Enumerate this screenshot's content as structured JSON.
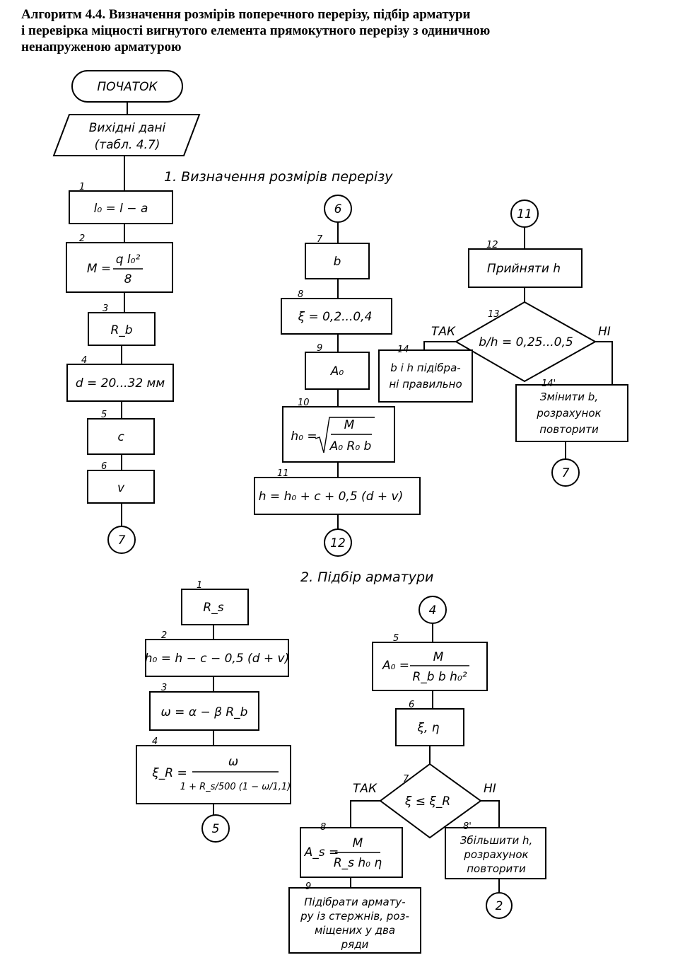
{
  "header": {
    "line1": "Алгоритм 4.4. Визначення розмірів поперечного перерізу, підбір арматури",
    "line2": "і перевірка міцності вигнутого елемента прямокутного перерізу з одиничною",
    "line3": "ненапруженою арматурою"
  },
  "sections": {
    "s1": "1. Визначення розмірів перерізу",
    "s2": "2. Підбір арматури"
  },
  "start": "ПОЧАТОК",
  "input": {
    "l1": "Вихідні дані",
    "l2": "(табл. 4.7)"
  },
  "part1": {
    "b1": {
      "n": "1",
      "text": "l₀ = l − a"
    },
    "b2": {
      "n": "2",
      "lhs": "M =",
      "num": "q l₀²",
      "den": "8"
    },
    "b3": {
      "n": "3",
      "text": "R_b"
    },
    "b4": {
      "n": "4",
      "text": "d = 20...32 мм"
    },
    "b5": {
      "n": "5",
      "text": "c"
    },
    "b6": {
      "n": "6",
      "text": "v"
    },
    "c_end": "7",
    "c6": "6",
    "b7": {
      "n": "7",
      "text": "b"
    },
    "b8": {
      "n": "8",
      "text": "ξ = 0,2...0,4"
    },
    "b9": {
      "n": "9",
      "text": "A₀"
    },
    "b10": {
      "n": "10",
      "lhs": "h₀ =",
      "num": "M",
      "den": "A₀ R₀ b"
    },
    "b11": {
      "n": "11",
      "text": "h = h₀ + c + 0,5 (d + v)"
    },
    "c12": "12",
    "c11": "11",
    "b12": {
      "n": "12",
      "text": "Прийняти h"
    },
    "d13": {
      "n": "13",
      "text": "b/h = 0,25...0,5",
      "yes": "ТАК",
      "no": "НІ"
    },
    "b14": {
      "n": "14",
      "l1": "b i h підібра-",
      "l2": "ні правильно"
    },
    "b14p": {
      "n": "14'",
      "l1": "Змінити b,",
      "l2": "розрахунок",
      "l3": "повторити"
    },
    "c7b": "7"
  },
  "part2": {
    "b1": {
      "n": "1",
      "text": "R_s"
    },
    "b2": {
      "n": "2",
      "text": "h₀ = h − c − 0,5 (d + v)"
    },
    "b3": {
      "n": "3",
      "text": "ω = α − β R_b"
    },
    "b4": {
      "n": "4",
      "lhs": "ξ_R =",
      "num": "ω",
      "den": "1 + R_s/500 (1 − ω/1,1)"
    },
    "c5": "5",
    "c4": "4",
    "b5": {
      "n": "5",
      "lhs": "A₀ =",
      "num": "M",
      "den": "R_b b h₀²"
    },
    "b6": {
      "n": "6",
      "text": "ξ, η"
    },
    "d7": {
      "n": "7",
      "text": "ξ ≤ ξ_R",
      "yes": "ТАК",
      "no": "НІ"
    },
    "b8": {
      "n": "8",
      "lhs": "A_s =",
      "num": "M",
      "den": "R_s h₀ η"
    },
    "b8p": {
      "n": "8'",
      "l1": "Збільшити h,",
      "l2": "розрахунок",
      "l3": "повторити"
    },
    "b9": {
      "n": "9",
      "l1": "Підібрати армату-",
      "l2": "ру із стержнів, роз-",
      "l3": "міщених у два",
      "l4": "ряди"
    },
    "c2": "2"
  }
}
